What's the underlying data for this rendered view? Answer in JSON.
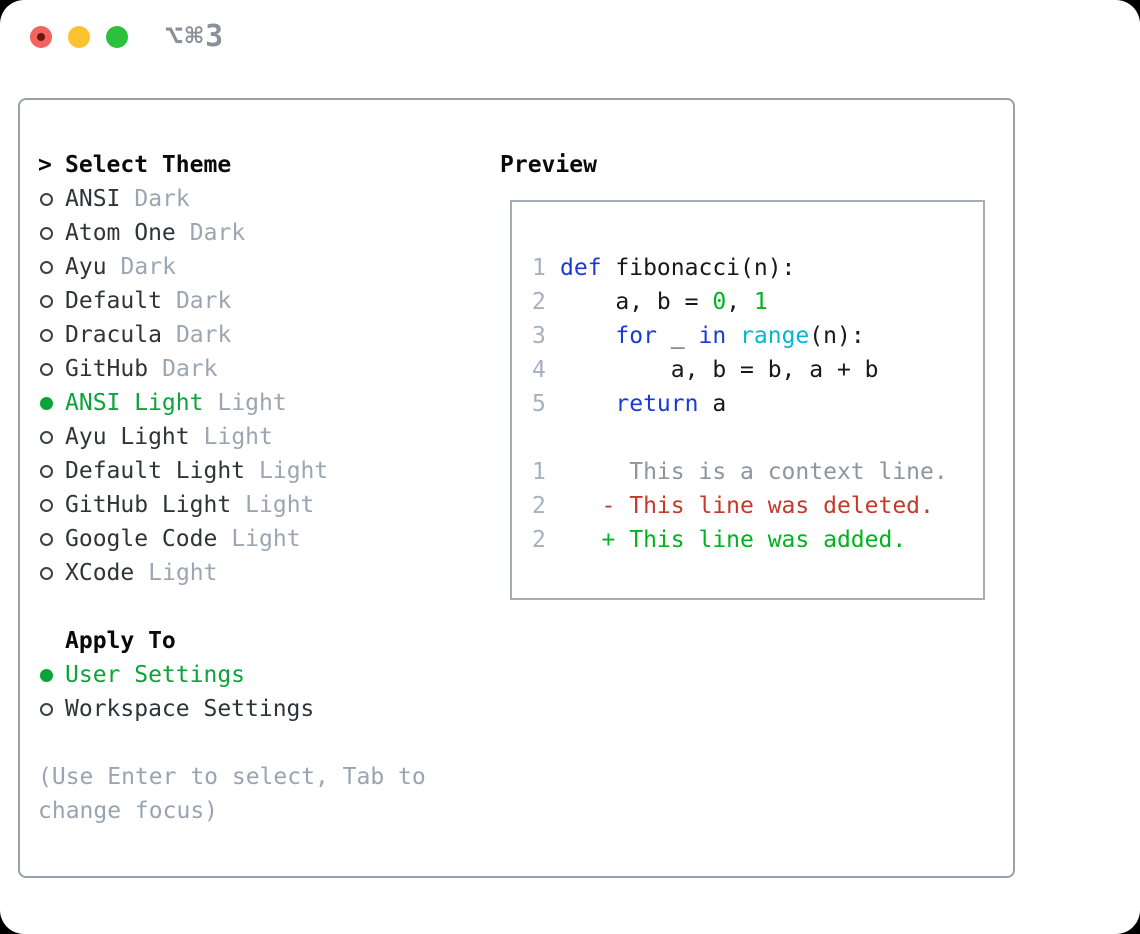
{
  "window": {
    "titlebar": {
      "shortcut": "⌥⌘3",
      "buttons": [
        {
          "name": "close",
          "edited_indicator": true
        },
        {
          "name": "minimize"
        },
        {
          "name": "zoom"
        }
      ]
    }
  },
  "colors": {
    "selection_green": "#0ca33a",
    "added_green": "#00b31e",
    "deleted_red": "#c43a28",
    "keyword_blue": "#1a3ad6",
    "builtin_cyan": "#00b8cf",
    "number_green": "#00b31e",
    "muted_gray": "#9ca6b2",
    "line_number_gray": "#a6b0bf",
    "text_dark": "#303439",
    "panel_border": "#99a1ac",
    "traffic_red": "#f4635e",
    "traffic_yellow": "#fbc12f",
    "traffic_green": "#2dc03d"
  },
  "theme_picker": {
    "cursor": ">",
    "title": "Select Theme",
    "items": [
      {
        "name": "ANSI",
        "variant": "Dark",
        "selected": false
      },
      {
        "name": "Atom One",
        "variant": "Dark",
        "selected": false
      },
      {
        "name": "Ayu",
        "variant": "Dark",
        "selected": false
      },
      {
        "name": "Default",
        "variant": "Dark",
        "selected": false
      },
      {
        "name": "Dracula",
        "variant": "Dark",
        "selected": false
      },
      {
        "name": "GitHub",
        "variant": "Dark",
        "selected": false
      },
      {
        "name": "ANSI Light",
        "variant": "Light",
        "selected": true
      },
      {
        "name": "Ayu Light",
        "variant": "Light",
        "selected": false
      },
      {
        "name": "Default Light",
        "variant": "Light",
        "selected": false
      },
      {
        "name": "GitHub Light",
        "variant": "Light",
        "selected": false
      },
      {
        "name": "Google Code",
        "variant": "Light",
        "selected": false
      },
      {
        "name": "XCode",
        "variant": "Light",
        "selected": false
      }
    ]
  },
  "apply_to": {
    "title": "Apply To",
    "options": [
      {
        "label": "User Settings",
        "selected": true
      },
      {
        "label": "Workspace Settings",
        "selected": false
      }
    ]
  },
  "hint": "(Use Enter to select, Tab to change focus)",
  "preview": {
    "title": "Preview",
    "code": [
      {
        "num": "1",
        "tokens": [
          [
            "kw",
            "def"
          ],
          [
            "plain",
            " fibonacci(n):"
          ]
        ]
      },
      {
        "num": "2",
        "tokens": [
          [
            "plain",
            "    a, b = "
          ],
          [
            "num",
            "0"
          ],
          [
            "plain",
            ", "
          ],
          [
            "num",
            "1"
          ]
        ]
      },
      {
        "num": "3",
        "tokens": [
          [
            "plain",
            "    "
          ],
          [
            "kw",
            "for"
          ],
          [
            "plain",
            " _ "
          ],
          [
            "kw",
            "in"
          ],
          [
            "plain",
            " "
          ],
          [
            "fn",
            "range"
          ],
          [
            "plain",
            "(n):"
          ]
        ]
      },
      {
        "num": "4",
        "tokens": [
          [
            "plain",
            "        a, b = b, a + b"
          ]
        ]
      },
      {
        "num": "5",
        "tokens": [
          [
            "plain",
            "    "
          ],
          [
            "kw",
            "return"
          ],
          [
            "plain",
            " a"
          ]
        ]
      }
    ],
    "diff": [
      {
        "num": "1",
        "type": "context",
        "text": "     This is a context line."
      },
      {
        "num": "2",
        "type": "deleted",
        "text": "   - This line was deleted."
      },
      {
        "num": "2",
        "type": "added",
        "text": "   + This line was added."
      }
    ]
  }
}
